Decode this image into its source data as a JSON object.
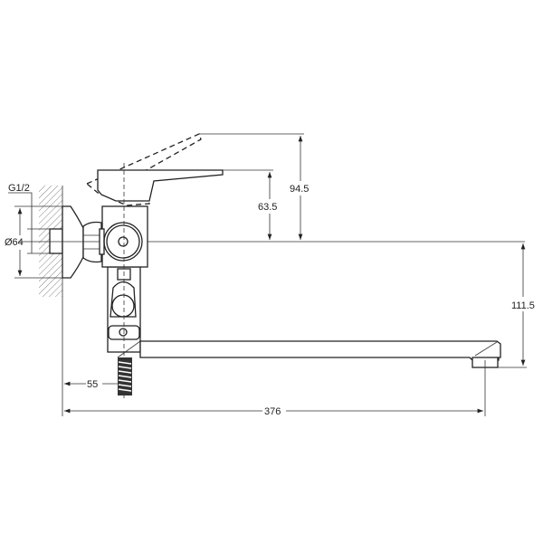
{
  "dimensions": {
    "thread": "G1/2",
    "flange_diameter": "Ø64",
    "lever_height": "63.5",
    "lever_raised_height": "94.5",
    "spout_drop": "111.5",
    "wall_to_body": "55",
    "spout_reach": "376"
  },
  "colors": {
    "line": "#222222",
    "background": "#ffffff"
  }
}
